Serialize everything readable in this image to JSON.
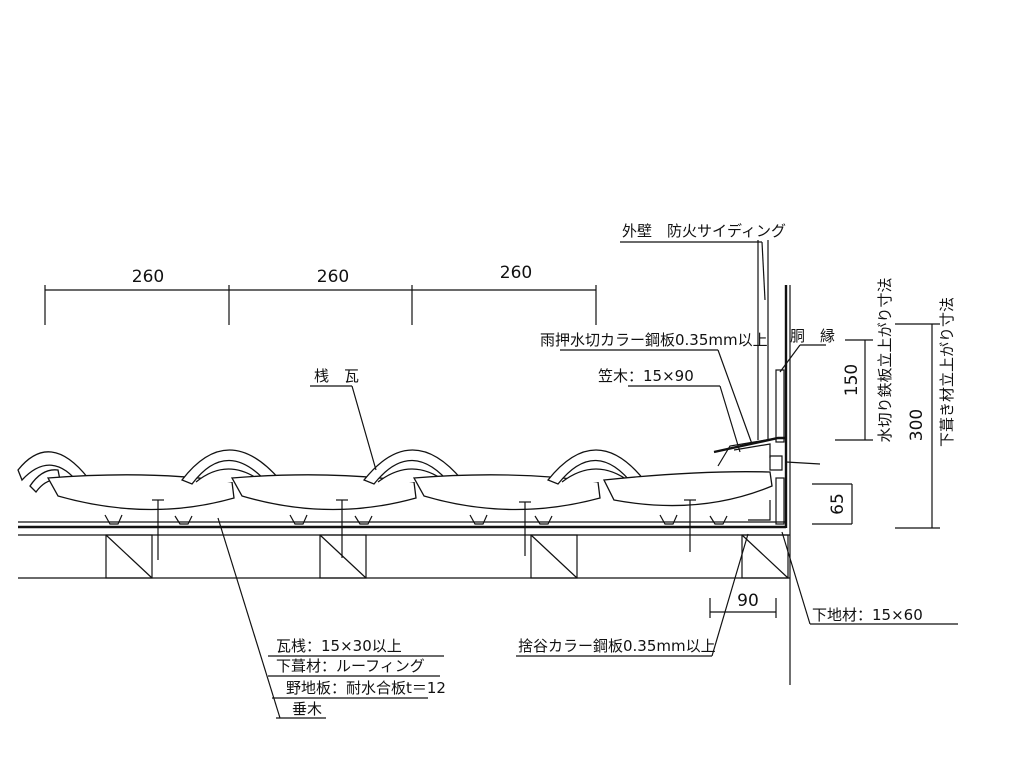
{
  "dimensions": {
    "pitch": [
      "260",
      "260",
      "260"
    ],
    "flashing_rise": "150",
    "underlay_rise": "300",
    "bottom_offset": "65",
    "horizontal_offset": "90"
  },
  "labels": {
    "exterior_wall": "外壁　防火サイディング",
    "rain_flashing": "雨押水切カラー鋼板0.35mm以上",
    "trim": "胴　縁",
    "kasagi": "笠木：15×90",
    "tile": "桟　瓦",
    "flashing_rise_caption": "水切り鉄板立上がり寸法",
    "underlay_rise_caption": "下葺き材立上がり寸法",
    "batten": "瓦桟：15×30以上",
    "underlay": "下葺材：ルーフィング",
    "sheathing": "野地板：耐水合板t＝12",
    "rafter": "垂木",
    "base_material": "下地材：15×60",
    "sutetani": "捨谷カラー鋼板0.35mm以上"
  }
}
